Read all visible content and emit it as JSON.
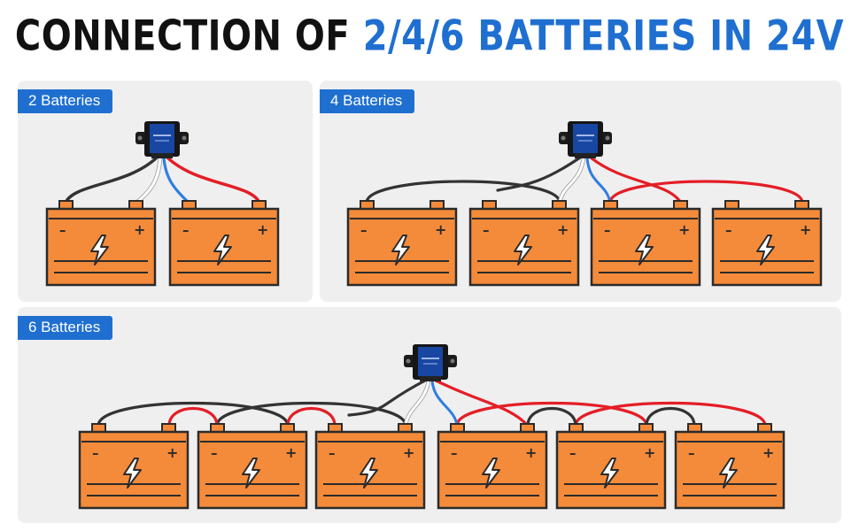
{
  "title": {
    "part1": "CONNECTION OF",
    "part2": "2/4/6 BATTERIES IN 24V"
  },
  "panels": {
    "two": {
      "label": "2 Batteries"
    },
    "four": {
      "label": "4 Batteries"
    },
    "six": {
      "label": "6 Batteries"
    }
  },
  "battery": {
    "minus": "–",
    "plus": "+"
  },
  "colors": {
    "accent_blue": "#1f6fd1",
    "battery_orange": "#f48b3a",
    "outline": "#2b2b2b",
    "wire_red": "#e41e26",
    "wire_black": "#333333",
    "wire_blue": "#2f7ee0",
    "wire_white": "#ffffff"
  }
}
